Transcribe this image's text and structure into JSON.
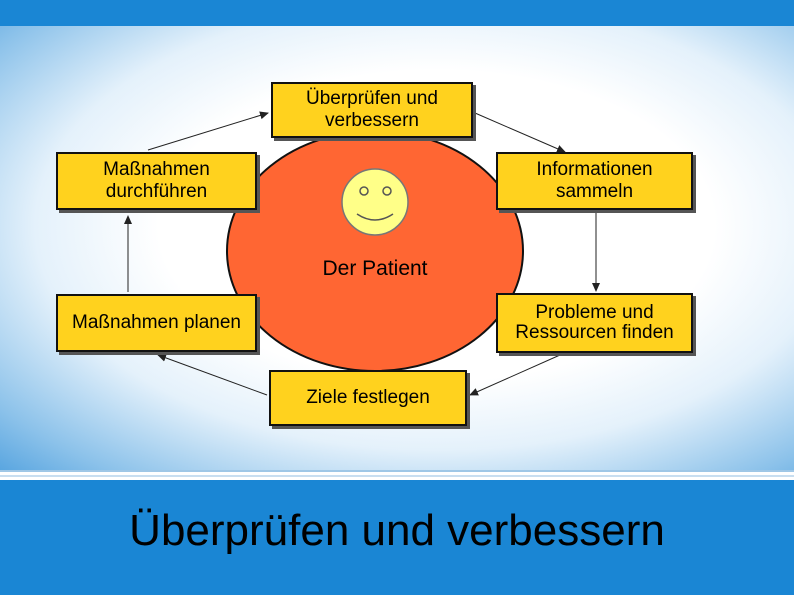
{
  "diagram": {
    "boxes": {
      "top": "Überprüfen und verbessern",
      "right_top": "Informationen sammeln",
      "right_bottom": "Probleme und Ressourcen finden",
      "bottom": "Ziele festlegen",
      "left_bottom": "Maßnahmen planen",
      "left_top": "Maßnahmen durchführen"
    },
    "center_label": "Der Patient",
    "colors": {
      "box_fill": "#ffd21e",
      "circle_fill": "#ff6633",
      "smiley_fill": "#ffff88",
      "accent_blue": "#1a86d4"
    }
  },
  "slide": {
    "title": "Überprüfen und verbessern"
  }
}
